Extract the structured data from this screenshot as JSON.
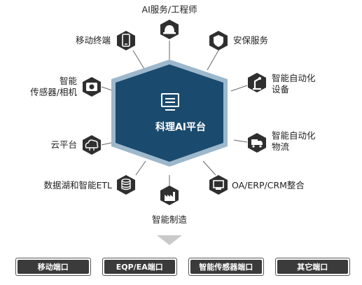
{
  "center": {
    "title": "科理AI平台",
    "icon": "monitor-icon"
  },
  "nodes": {
    "ai_service": {
      "label": "AI服务/工程师",
      "icon": "engineer-helmet-icon"
    },
    "security": {
      "label": "安保服务",
      "icon": "shield-icon"
    },
    "automation_equipment": {
      "line1": "智能自动化",
      "line2": "设备",
      "icon": "robot-arm-icon"
    },
    "automation_logistics": {
      "line1": "智能自动化",
      "line2": "物流",
      "icon": "truck-icon"
    },
    "erp": {
      "label": "OA/ERP/CRM整合",
      "icon": "desktop-icon"
    },
    "manufacturing": {
      "label": "智能制造",
      "icon": "factory-icon"
    },
    "data_lake": {
      "label": "数据湖和智能ETL",
      "icon": "database-icon"
    },
    "cloud": {
      "label": "云平台",
      "icon": "cloud-icon"
    },
    "sensor": {
      "line1": "智能",
      "line2": "传感器/相机",
      "icon": "camera-icon"
    },
    "mobile": {
      "label": "移动终端",
      "icon": "mobile-phone-icon"
    }
  },
  "ports": [
    "移动端口",
    "EQP/EA端口",
    "智能传感器端口",
    "其它端口"
  ],
  "colors": {
    "center_fill": "#1a4a6e",
    "center_border": "#9db8cc",
    "node_fill": "#2f2f2f",
    "line": "#555555",
    "arrow": "#c9c9c9"
  }
}
